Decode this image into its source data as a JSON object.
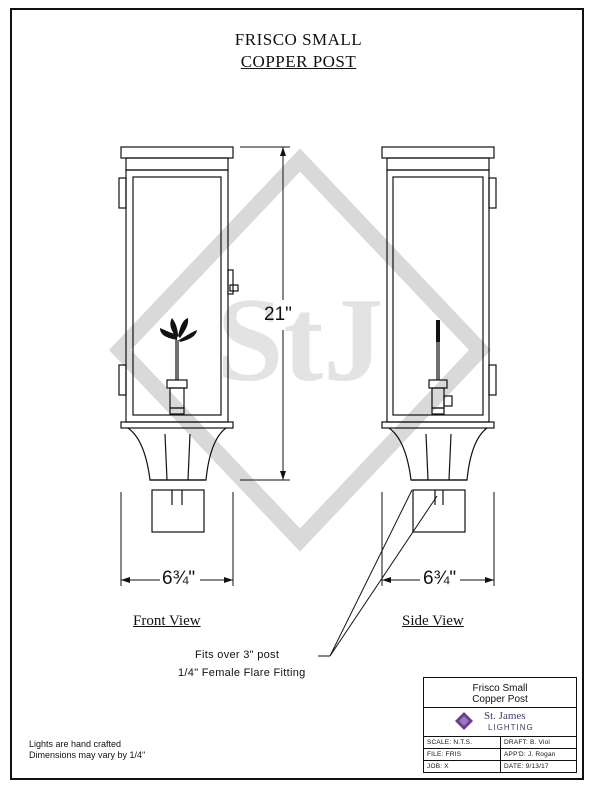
{
  "title": {
    "line1": "FRISCO SMALL",
    "line2": "COPPER POST"
  },
  "views": {
    "front": "Front View",
    "side": "Side View"
  },
  "dimensions": {
    "height": "21\"",
    "width_front": "6¾\"",
    "width_side": "6¾\""
  },
  "callout": {
    "line1": "Fits over 3\" post",
    "line2": "1/4\" Female Flare Fitting"
  },
  "notes": {
    "line1": "Lights are hand crafted",
    "line2": "Dimensions may vary by 1/4\""
  },
  "watermark": "StJ",
  "title_block": {
    "product_line1": "Frisco Small",
    "product_line2": "Copper Post",
    "brand_line1": "St. James",
    "brand_line2": "LIGHTING",
    "scale": "SCALE: N.T.S.",
    "draft": "DRAFT:  B. Viol",
    "file": "FILE:  FRIS",
    "appd": "APP'D:  J. Rogan",
    "job": "JOB:   X",
    "date": "DATE:   9/13/17"
  },
  "colors": {
    "logo": "#6a3d8f",
    "line": "#111111",
    "watermark": "#d9d9d9"
  }
}
